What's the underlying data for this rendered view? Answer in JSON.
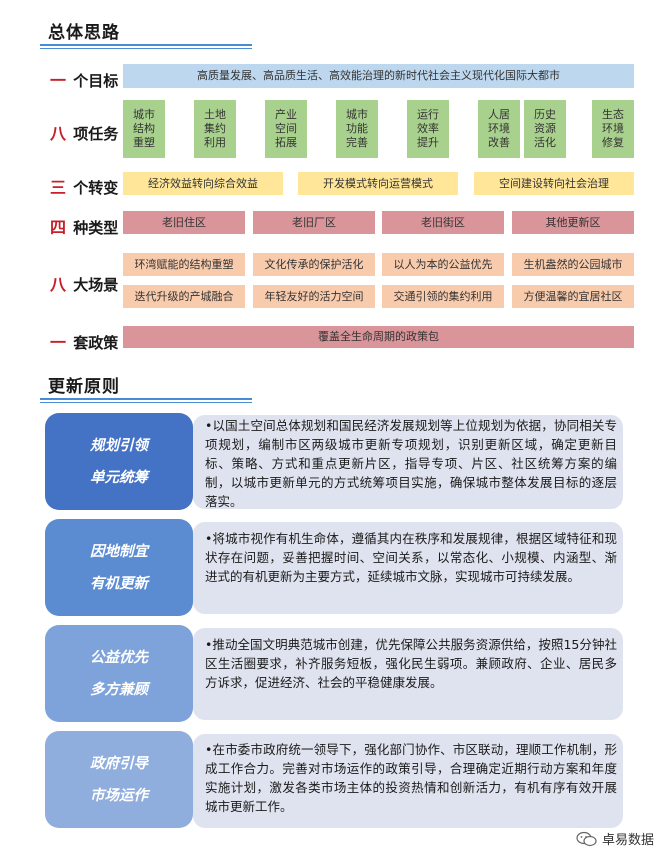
{
  "section1": {
    "title": "总体思路"
  },
  "rows": {
    "goal": {
      "num": "一",
      "label": "个目标",
      "text": "高质量发展、高品质生活、高效能治理的新时代社会主义现代化国际大都市"
    },
    "tasks": {
      "num": "八",
      "label": "项任务",
      "items": [
        "城市结构重塑",
        "土地集约利用",
        "产业空间拓展",
        "城市功能完善",
        "运行效率提升",
        "人居环境改善",
        "历史资源活化",
        "生态环境修复"
      ]
    },
    "shifts": {
      "num": "三",
      "label": "个转变",
      "items": [
        "经济效益转向综合效益",
        "开发模式转向运营模式",
        "空间建设转向社会治理"
      ]
    },
    "types": {
      "num": "四",
      "label": "种类型",
      "items": [
        "老旧住区",
        "老旧厂区",
        "老旧街区",
        "其他更新区"
      ]
    },
    "scenes": {
      "num": "八",
      "label": "大场景",
      "items": [
        "环湾赋能的结构重塑",
        "文化传承的保护活化",
        "以人为本的公益优先",
        "生机盎然的公园城市",
        "迭代升级的产城融合",
        "年轻友好的活力空间",
        "交通引领的集约利用",
        "方便温馨的宜居社区"
      ]
    },
    "policy": {
      "num": "一",
      "label": "套政策",
      "text": "覆盖全生命周期的政策包"
    }
  },
  "section2": {
    "title": "更新原则"
  },
  "principles": [
    {
      "line1": "规划引领",
      "line2": "单元统筹",
      "text": "•以国土空间总体规划和国民经济发展规划等上位规划为依据，协同相关专项规划，编制市区两级城市更新专项规划，识别更新区域，确定更新目标、策略、方式和重点更新片区，指导专项、片区、社区统筹方案的编制，以城市更新单元的方式统筹项目实施，确保城市整体发展目标的逐层落实。"
    },
    {
      "line1": "因地制宜",
      "line2": "有机更新",
      "text": "•将城市视作有机生命体，遵循其内在秩序和发展规律，根据区域特征和现状存在问题，妥善把握时间、空间关系，以常态化、小规模、内涵型、渐进式的有机更新为主要方式，延续城市文脉，实现城市可持续发展。"
    },
    {
      "line1": "公益优先",
      "line2": "多方兼顾",
      "text": "•推动全国文明典范城市创建，优先保障公共服务资源供给，按照15分钟社区生活圈要求，补齐服务短板，强化民生弱项。兼顾政府、企业、居民多方诉求，促进经济、社会的平稳健康发展。"
    },
    {
      "line1": "政府引导",
      "line2": "市场运作",
      "text": "•在市委市政府统一领导下，强化部门协作、市区联动，理顺工作机制，形成工作合力。完善对市场运作的政策引导，合理确定近期行动方案和年度实施计划，激发各类市场主体的投资热情和创新活力，有机有序有效开展城市更新工作。"
    }
  ],
  "watermark": {
    "icon": "wechat-icon",
    "text": "卓易数据"
  },
  "colors": {
    "accent_blue": "#4a8bd6",
    "number_red": "#c8202a",
    "goal_bar": "#bdd7ee",
    "task_green": "#a9d18e",
    "shift_yellow": "#ffe699",
    "type_pink": "#d9959a",
    "scene_orange": "#f8cbad",
    "panel_gray": "#dfe3ef"
  }
}
